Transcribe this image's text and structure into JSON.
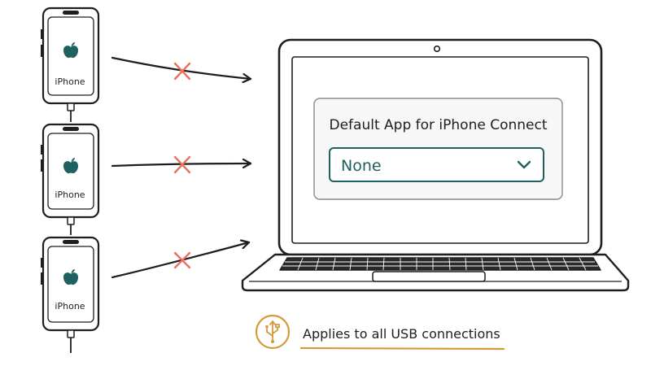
{
  "phones": [
    {
      "label": "iPhone",
      "icon": "apple-logo-icon",
      "connection_blocked": true
    },
    {
      "label": "iPhone",
      "icon": "apple-logo-icon",
      "connection_blocked": true
    },
    {
      "label": "iPhone",
      "icon": "apple-logo-icon",
      "connection_blocked": true
    }
  ],
  "dialog": {
    "title": "Default App for iPhone Connect",
    "selected_value": "None",
    "dropdown_icon": "chevron-down-icon"
  },
  "footer": {
    "icon": "usb-icon",
    "text": "Applies to all USB connections"
  },
  "colors": {
    "accent_teal": "#1f6060",
    "blocked_cross": "#e8735a",
    "usb_highlight": "#d49a3a",
    "ink": "#1e1e1e"
  }
}
